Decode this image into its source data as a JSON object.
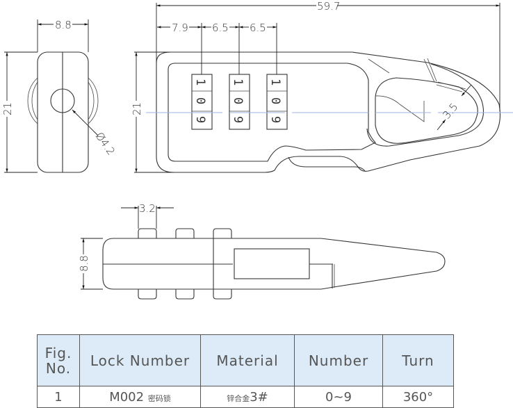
{
  "dimensions": {
    "side_width": "8.8",
    "side_height": "21",
    "hole_diameter": "Ø4.2",
    "front_height": "21",
    "overall_length": "59.7",
    "wheel_offset_1": "7.9",
    "wheel_pitch_1": "6.5",
    "wheel_pitch_2": "6.5",
    "shackle_thickness": "3.5",
    "wheel_width": "3.2",
    "top_thickness": "8.8"
  },
  "wheels": [
    {
      "digits": [
        "1",
        "0",
        "9"
      ]
    },
    {
      "digits": [
        "1",
        "0",
        "9"
      ]
    },
    {
      "digits": [
        "1",
        "0",
        "9"
      ]
    }
  ],
  "table": {
    "headers": {
      "fig_line1": "Fig.",
      "fig_line2": "No.",
      "lock_number": "Lock Number",
      "material": "Material",
      "number": "Number",
      "turn": "Turn"
    },
    "rows": [
      {
        "fig": "1",
        "lock_code": "M002",
        "lock_name": "密码锁",
        "material_name": "锌合金",
        "material_grade": "3#",
        "number": "0~9",
        "turn": "360°"
      }
    ]
  },
  "colors": {
    "header_bg": "#dcebf7",
    "centerline": "#9fb6e0"
  }
}
